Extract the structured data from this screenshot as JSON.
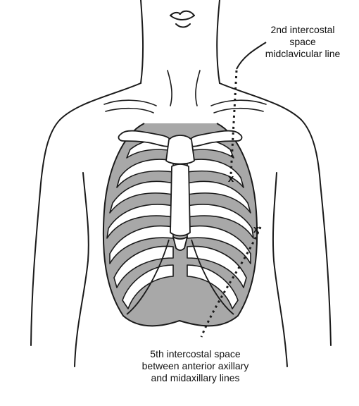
{
  "labels": {
    "top": [
      "2nd intercostal",
      "space",
      "midclavicular line"
    ],
    "bottom": [
      "5th intercostal space",
      "between anterior axillary",
      "and midaxillary lines"
    ]
  },
  "markers": {
    "upper": "x",
    "lower": "x"
  },
  "colors": {
    "outline": "#1a1a1a",
    "intercostal_fill": "#a8a8a8",
    "bone_fill": "#ffffff"
  }
}
